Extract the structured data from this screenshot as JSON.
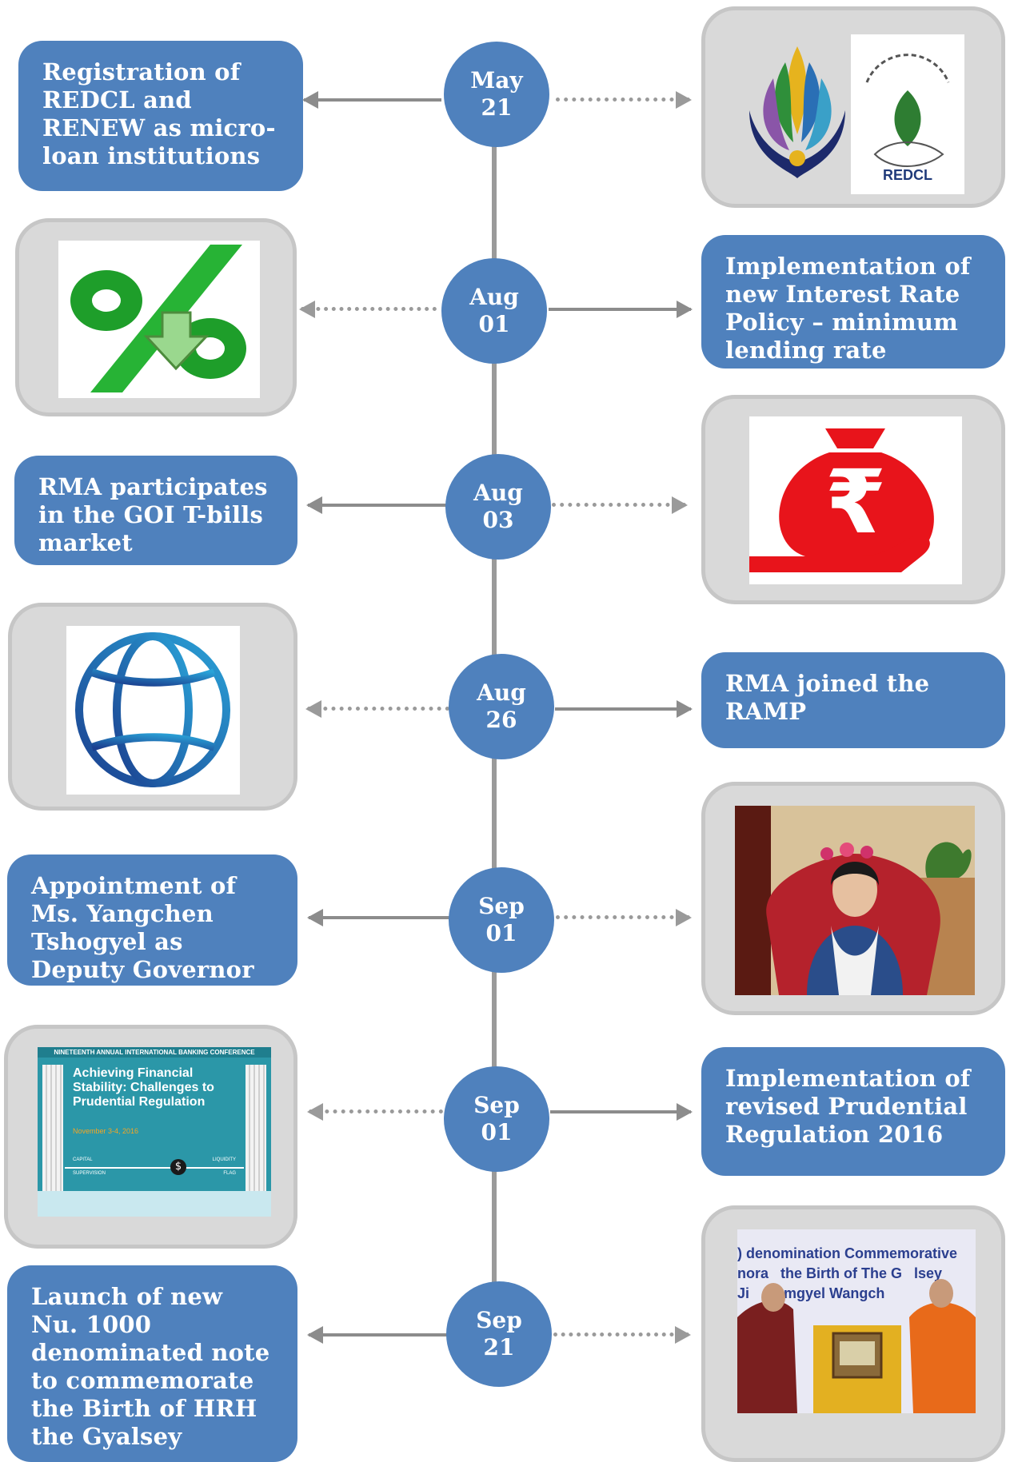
{
  "events": [
    {
      "month": "May",
      "day": "21",
      "text": "Registration of REDCL and RENEW as micro-loan institutions"
    },
    {
      "month": "Aug",
      "day": "01",
      "text": "Implementation of new Interest Rate Policy – minimum lending rate"
    },
    {
      "month": "Aug",
      "day": "03",
      "text": "RMA participates in the GOI T-bills market"
    },
    {
      "month": "Aug",
      "day": "26",
      "text": "RMA joined the RAMP"
    },
    {
      "month": "Sep",
      "day": "01",
      "text": "Appointment of Ms. Yangchen Tshogyel as Deputy Governor II"
    },
    {
      "month": "Sep",
      "day": "01",
      "text": "Implementation of revised Prudential Regulation 2016"
    },
    {
      "month": "Sep",
      "day": "21",
      "text": "Launch of  new Nu. 1000 denominated note to commemorate the Birth of HRH the Gyalsey"
    }
  ],
  "images": {
    "redcl_logo_text": "REDCL",
    "conference_banner": {
      "header": "NINETEENTH ANNUAL INTERNATIONAL BANKING CONFERENCE",
      "title": "Achieving Financial Stability: Challenges to Prudential Regulation",
      "date": "November 3-4, 2016",
      "rope_left": "CAPITAL",
      "rope_left2": "SUPERVISION",
      "rope_right": "LIQUIDITY",
      "rope_right2": "FLAG"
    },
    "banner_photo": {
      "line1": ") denomination Commemorative",
      "line2": "nora   the Birth of The G   lsey",
      "line3": "Ji    Namgyel Wangch"
    }
  },
  "colors": {
    "box_blue": "#4f81bd",
    "connector_gray": "#9a9a9a",
    "frame_gray": "#d9d9d9",
    "percent_green": "#1e9e2a",
    "money_bag_red": "#e8141b",
    "globe_blue": "#1f6bb0"
  },
  "icons": [
    "swan-logo",
    "redcl-logo",
    "percent-down-icon",
    "rupee-bag-icon",
    "globe-icon"
  ]
}
